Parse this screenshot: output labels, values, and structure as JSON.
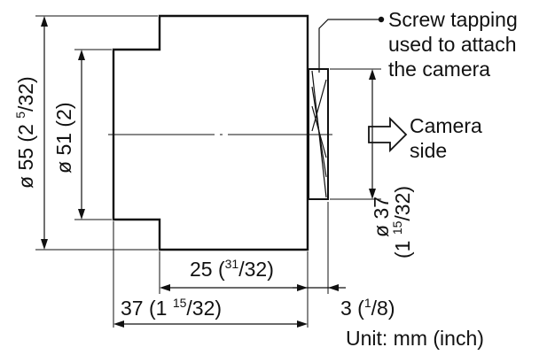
{
  "callout": {
    "line1": "Screw tapping",
    "line2": "used to attach",
    "line3": "the camera"
  },
  "side": {
    "line1": "Camera",
    "line2": "side"
  },
  "dims": {
    "d55": {
      "main": "ø 55 (2 ",
      "sup": "5",
      "sub": "/32",
      "close": ")"
    },
    "d51": {
      "main": "ø 51 (2)"
    },
    "d37": {
      "main": "ø 37",
      "paren_open": "(1 ",
      "sup": "15",
      "sub": "/32",
      "close": ")"
    },
    "len25": {
      "main": "25 (",
      "sup": "31",
      "sub": "/32",
      "close": ")"
    },
    "len37": {
      "main": "37 (1 ",
      "sup": "15",
      "sub": "/32",
      "close": ")"
    },
    "len3": {
      "main": "3 (",
      "sup": "1",
      "sub": "/8",
      "close": ")"
    }
  },
  "unit": "Unit: mm (inch)"
}
